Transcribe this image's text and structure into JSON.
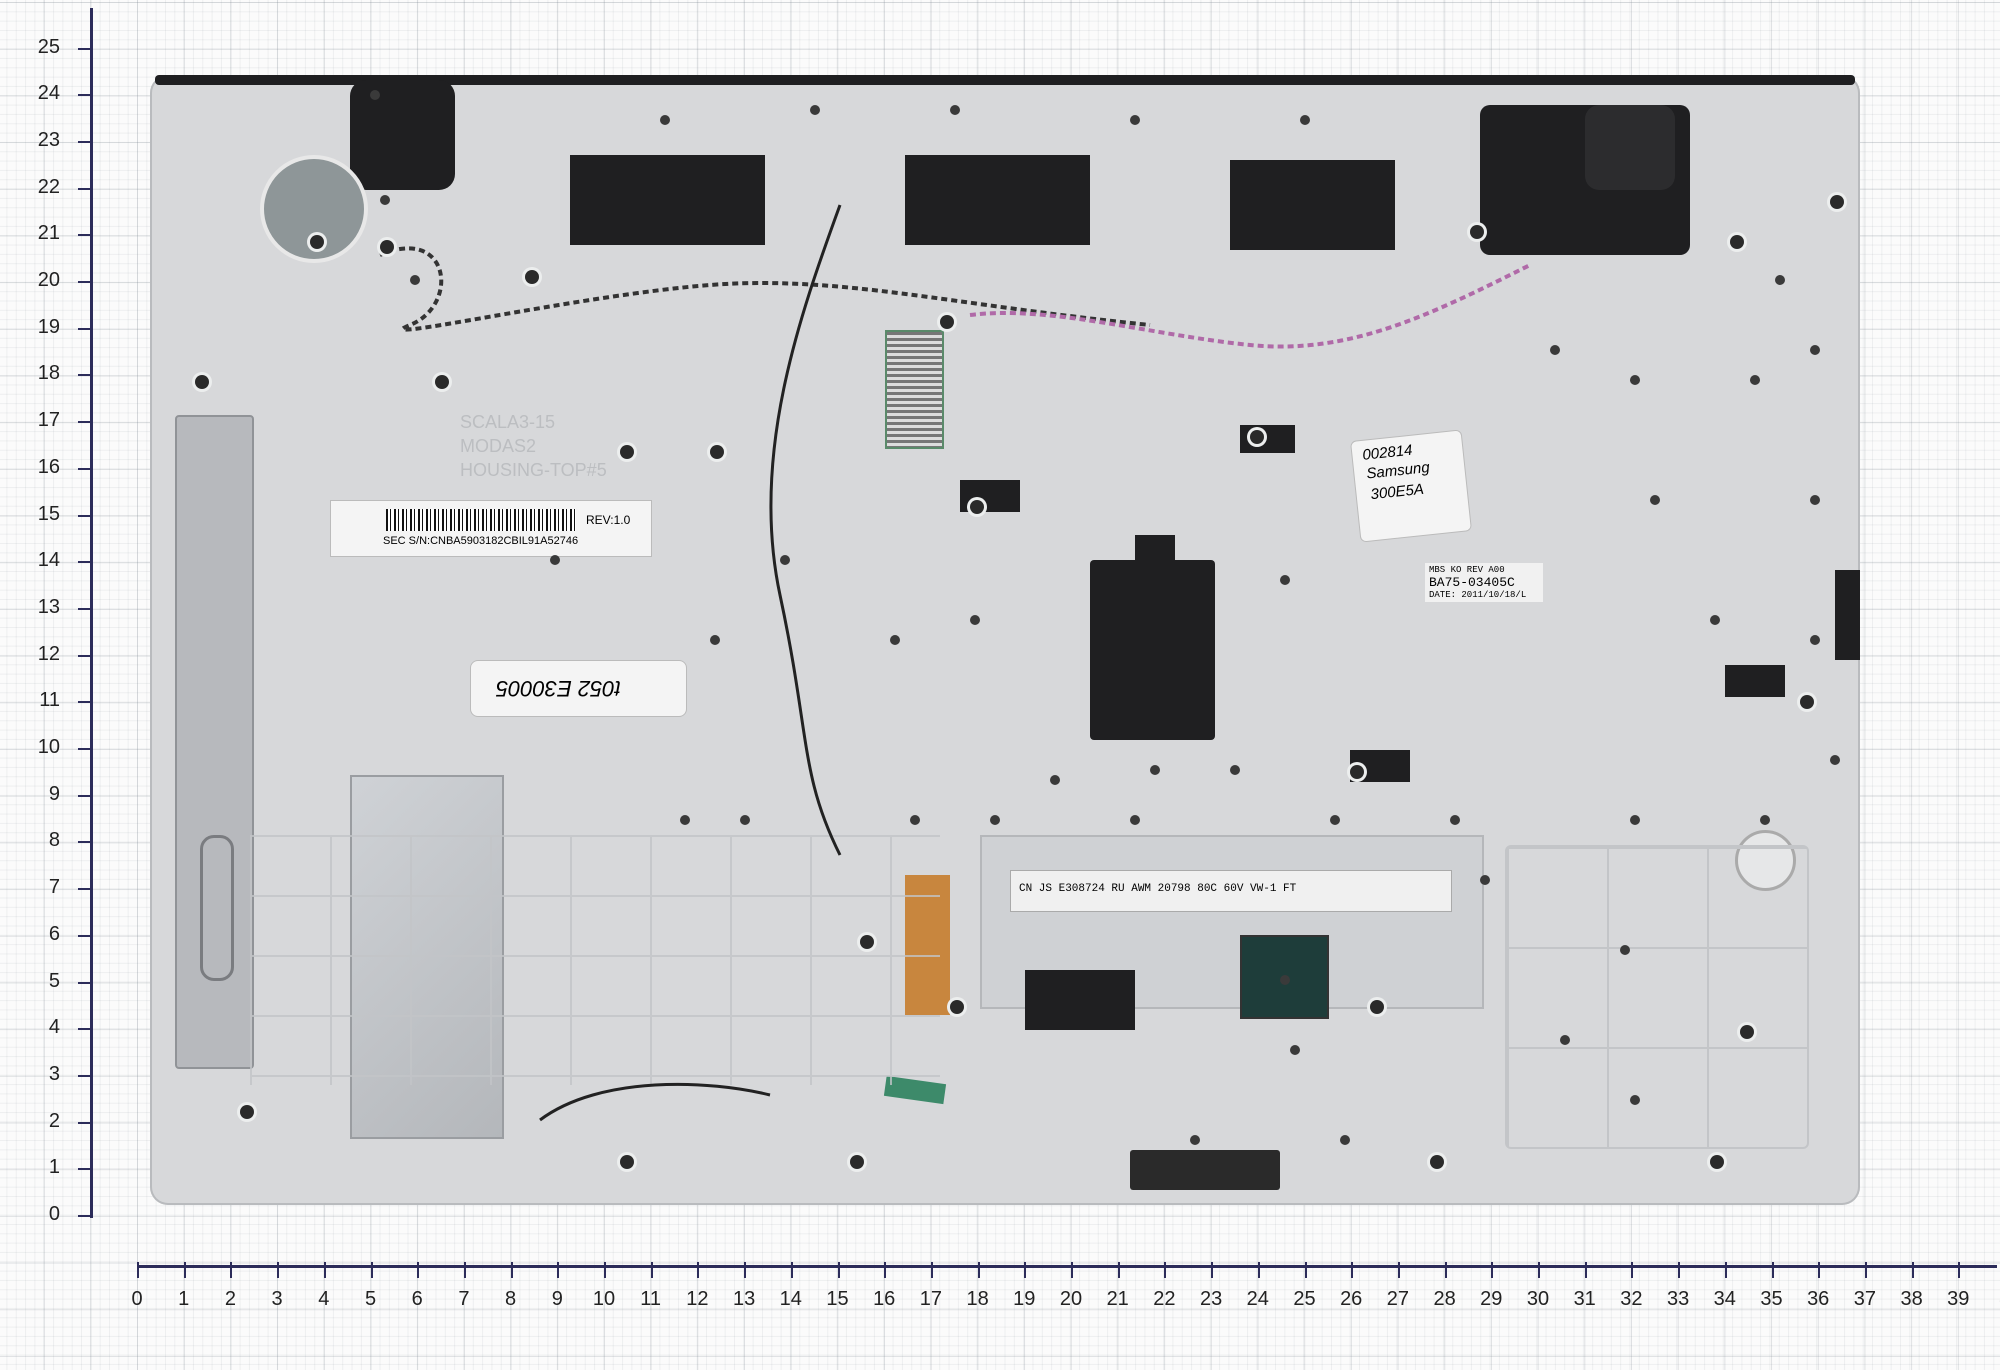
{
  "photo": {
    "subject": "",
    "x_ruler_ticks": [
      "0",
      "1",
      "2",
      "3",
      "4",
      "5",
      "6",
      "7",
      "8",
      "9",
      "10",
      "11",
      "12",
      "13",
      "14",
      "15",
      "16",
      "17",
      "18",
      "19",
      "20",
      "21",
      "22",
      "23",
      "24",
      "25",
      "26",
      "27",
      "28",
      "29",
      "30",
      "31",
      "32",
      "33",
      "34",
      "35",
      "36",
      "37",
      "38",
      "39",
      "4"
    ],
    "y_ruler_ticks": [
      "0",
      "1",
      "2",
      "3",
      "4",
      "5",
      "6",
      "7",
      "8",
      "9",
      "10",
      "11",
      "12",
      "13",
      "14",
      "15",
      "16",
      "17",
      "18",
      "19",
      "20",
      "21",
      "22",
      "23",
      "24",
      "25"
    ]
  },
  "labels": {
    "serial_rev": "REV:1.0",
    "serial_number": "SEC S/N:CNBA5903182CBIL91A52746",
    "molding_text_1": "SCALA3-15",
    "molding_text_2": "MODAS2",
    "molding_text_3": "HOUSING-TOP#5",
    "handwritten_note_1": "t052 E30005",
    "handwritten_note_2_line1": "002814",
    "handwritten_note_2_line2": "Samsung",
    "handwritten_note_2_line3": "300E5A",
    "part_label_line1": "MBS KO REV A00",
    "part_label_line2": "BA75-03405C",
    "part_label_line3": "DATE: 2011/10/18/L",
    "flex_cable_text": "CN JS E308724 RU AWM 20798 80C 60V VW-1 FT"
  },
  "colors": {
    "housing": "#d7d8da",
    "rib": "#c3c5c8",
    "black_part": "#1f1f21",
    "flex_tape": "#c8863e",
    "green_connector": "#3d8a6a"
  }
}
